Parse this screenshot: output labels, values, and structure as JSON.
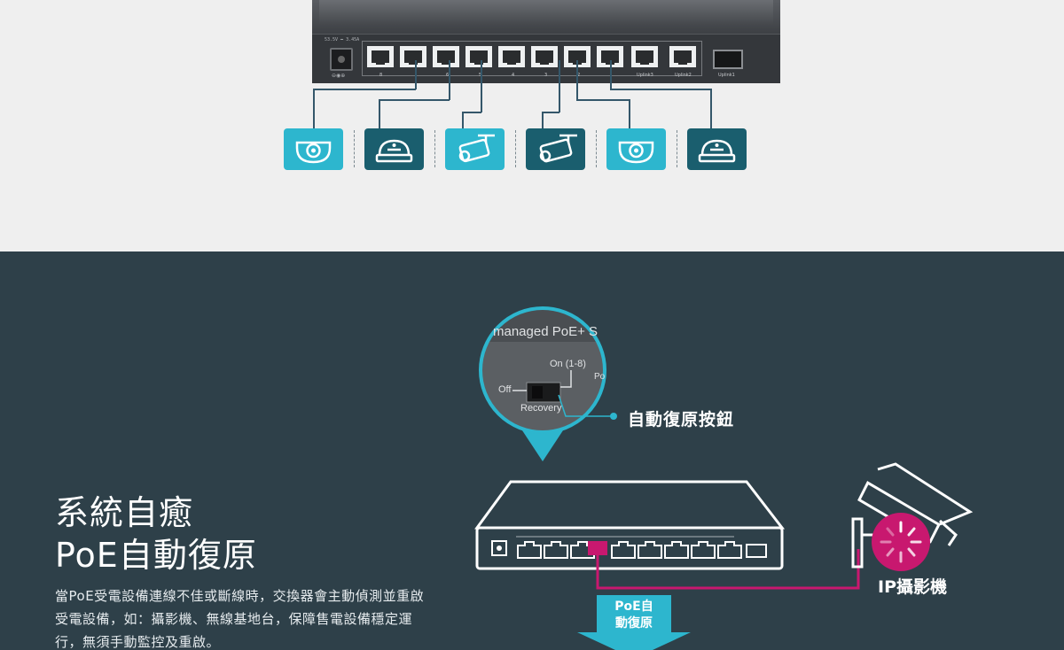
{
  "device": {
    "spec_text": "53.5V ━ 3.45A",
    "port_labels": [
      "8",
      "6",
      "5",
      "4",
      "3",
      "2",
      "Uplink3",
      "Uplink2",
      "Uplink1"
    ]
  },
  "cameras": [
    {
      "type": "dome",
      "style": "light"
    },
    {
      "type": "dome",
      "style": "dark"
    },
    {
      "type": "bullet",
      "style": "light"
    },
    {
      "type": "bullet",
      "style": "dark"
    },
    {
      "type": "dome",
      "style": "light"
    },
    {
      "type": "dome",
      "style": "dark"
    }
  ],
  "feature": {
    "title_line1": "系統自癒",
    "title_line2": "PoE自動復原",
    "description": "當PoE受電設備連線不佳或斷線時，交換器會主動偵測並重啟受電設備，如：攝影機、無線基地台，保障售電設備穩定運行，無須手動監控及重啟。"
  },
  "diagram": {
    "magnifier_header": "managed PoE+ S",
    "switch_on": "On (1-8)",
    "switch_off": "Off",
    "switch_recovery": "Recovery",
    "switch_po": "Po",
    "button_label": "自動復原按鈕",
    "camera_label": "IP攝影機",
    "badge_line1": "PoE自",
    "badge_line2": "動復原"
  },
  "colors": {
    "dark_bg": "#2e4049",
    "light_bg": "#efefef",
    "accent_cyan": "#2db6ce",
    "accent_dark_teal": "#1a5e6e",
    "accent_magenta": "#c8186f"
  }
}
